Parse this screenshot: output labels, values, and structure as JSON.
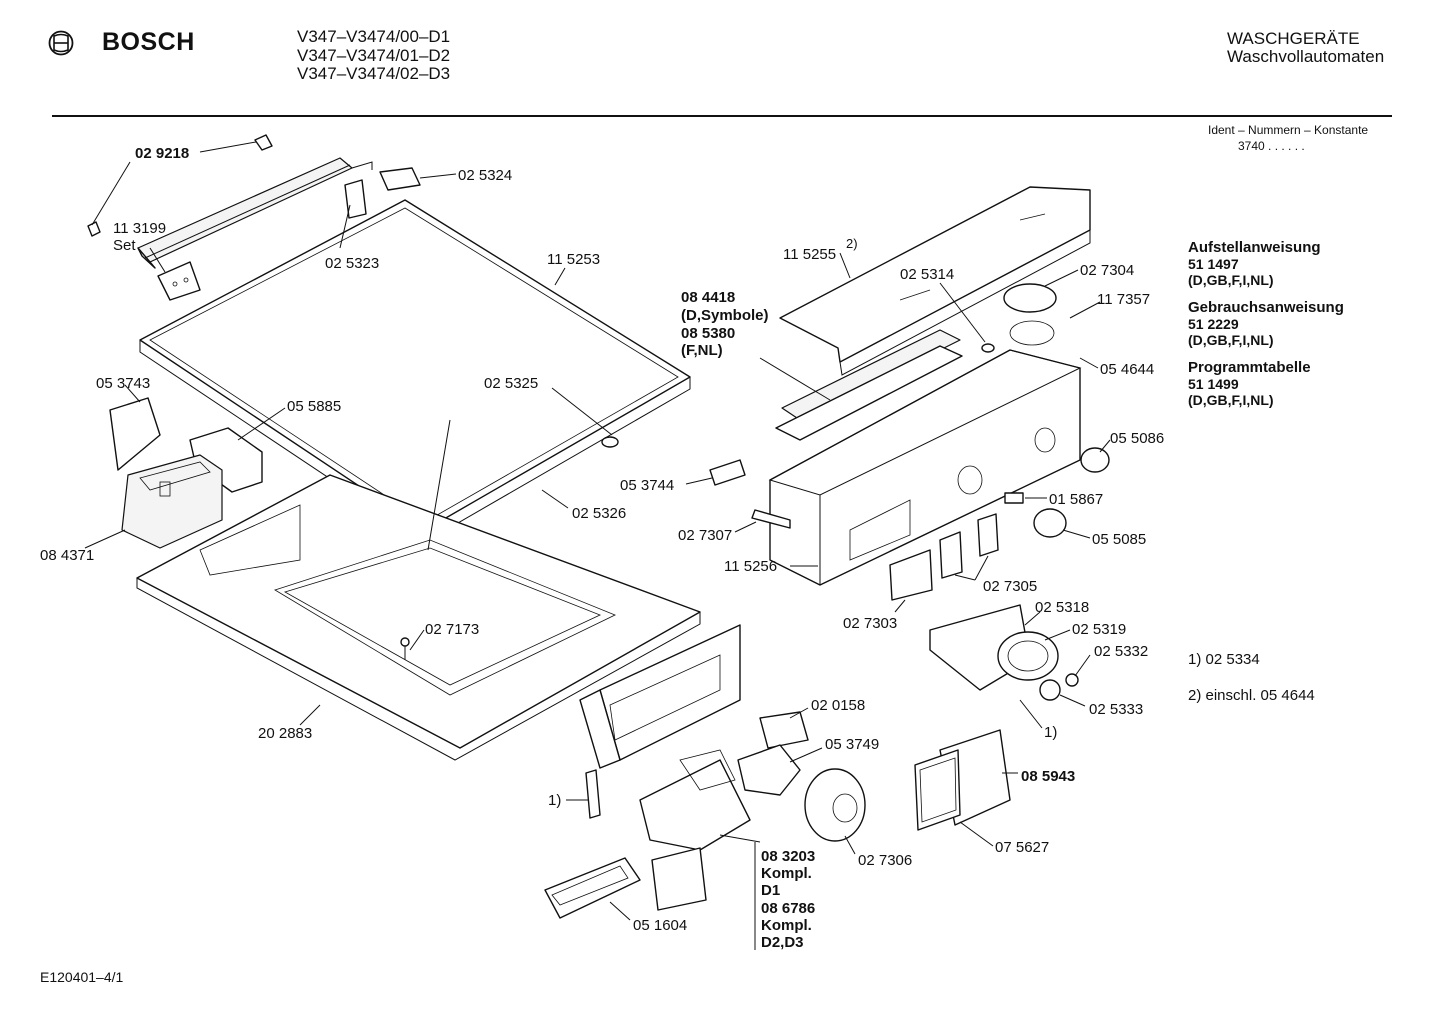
{
  "header": {
    "brand": "BOSCH",
    "models": [
      "V347–V3474/00–D1",
      "V347–V3474/01–D2",
      "V347–V3474/02–D3"
    ],
    "category": "WASCHGERÄTE",
    "subcategory": "Waschvollautomaten",
    "ident_label": "Ident – Nummern – Konstante",
    "ident_value": "3740 . . . . . ."
  },
  "documents": [
    {
      "title": "Aufstellanweisung",
      "number": "51 1497",
      "langs": "(D,GB,F,I,NL)"
    },
    {
      "title": "Gebrauchsanweisung",
      "number": "51 2229",
      "langs": "(D,GB,F,I,NL)"
    },
    {
      "title": "Programmtabelle",
      "number": "51 1499",
      "langs": "(D,GB,F,I,NL)"
    }
  ],
  "notes": [
    "1) 02 5334",
    "2) einschl. 05 4644"
  ],
  "footer": "E120401–4/1",
  "parts": {
    "p029218": "02 9218",
    "p113199": "11 3199",
    "set": "Set",
    "p025323": "02 5323",
    "p025324": "02 5324",
    "p115253": "11 5253",
    "p053743": "05 3743",
    "p055885": "05 5885",
    "p025325": "02 5325",
    "p084371": "08 4371",
    "p025326": "02 5326",
    "p053744": "05 3744",
    "p027173": "02 7173",
    "p202883": "20 2883",
    "p115255": "11 5255",
    "sup2": "2)",
    "p025314": "02 5314",
    "p027304": "02 7304",
    "p117357": "11 7357",
    "p084418": "08 4418",
    "dsym": "(D,Symbole)",
    "p085380": "08 5380",
    "fnl": "(F,NL)",
    "p054644": "05 4644",
    "p055086": "05 5086",
    "p015867": "01 5867",
    "p055085": "05 5085",
    "p027307": "02 7307",
    "p115256": "11 5256",
    "p027305": "02 7305",
    "p027303": "02 7303",
    "p025318": "02 5318",
    "p025319": "02 5319",
    "p025332": "02 5332",
    "p025333": "02 5333",
    "fn1": "1)",
    "p020158": "02 0158",
    "p053749": "05 3749",
    "p085943": "08 5943",
    "p075627": "07 5627",
    "p027306": "02 7306",
    "p083203": "08  3203",
    "kompl": "Kompl.",
    "d1": "D1",
    "p086786": "08  6786",
    "d2d3": "D2,D3",
    "p051604": "05 1604"
  }
}
